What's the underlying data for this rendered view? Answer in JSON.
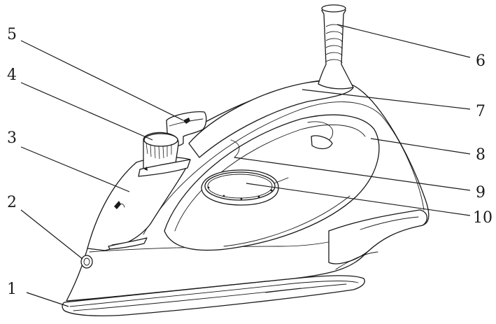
{
  "callouts": [
    {
      "id": 1,
      "label": "1"
    },
    {
      "id": 2,
      "label": "2"
    },
    {
      "id": 3,
      "label": "3"
    },
    {
      "id": 4,
      "label": "4"
    },
    {
      "id": 5,
      "label": "5"
    },
    {
      "id": 6,
      "label": "6"
    },
    {
      "id": 7,
      "label": "7"
    },
    {
      "id": 8,
      "label": "8"
    },
    {
      "id": 9,
      "label": "9"
    },
    {
      "id": 10,
      "label": "10"
    }
  ],
  "colors": {
    "line": "#1a1a1a",
    "background": "#ffffff"
  }
}
